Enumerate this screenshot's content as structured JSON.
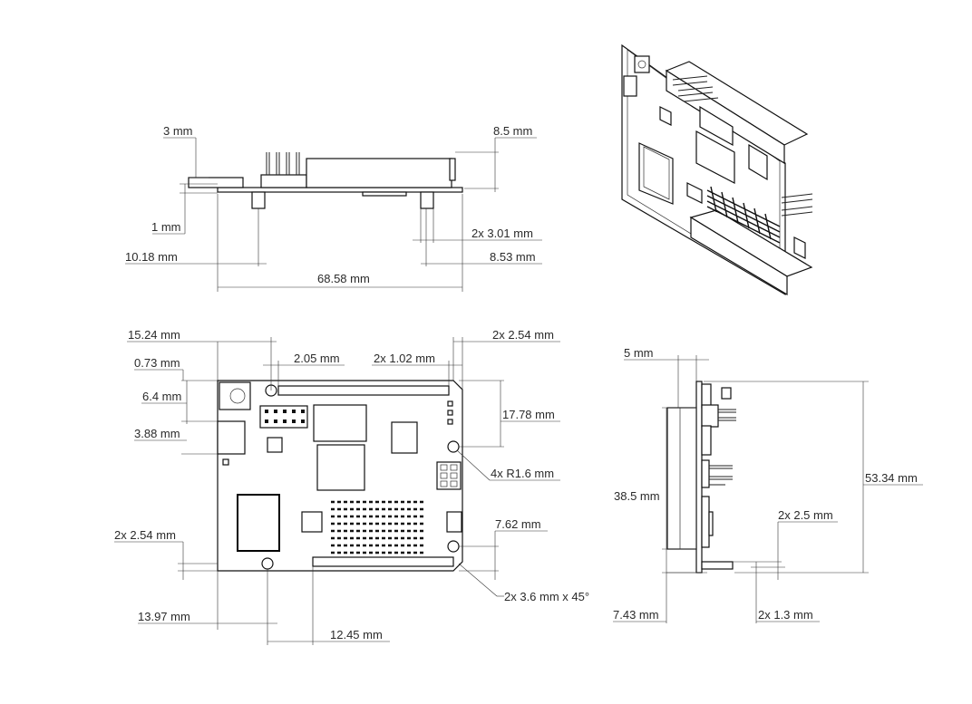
{
  "labels": {
    "d_3mm": "3 mm",
    "d_8_5mm": "8.5 mm",
    "d_1mm": "1 mm",
    "d_2x3_01": "2x 3.01 mm",
    "d_10_18": "10.18 mm",
    "d_8_53": "8.53 mm",
    "d_68_58": "68.58 mm",
    "d_15_24": "15.24 mm",
    "d_2x2_54_top": "2x 2.54 mm",
    "d_0_73": "0.73 mm",
    "d_2_05": "2.05 mm",
    "d_2x1_02": "2x 1.02 mm",
    "d_6_4": "6.4 mm",
    "d_17_78": "17.78 mm",
    "d_3_88": "3.88 mm",
    "d_4xR1_6": "4x R1.6 mm",
    "d_7_62": "7.62 mm",
    "d_2x2_54_left": "2x 2.54 mm",
    "d_2x3_6_45": "2x 3.6 mm x 45°",
    "d_13_97": "13.97 mm",
    "d_12_45": "12.45 mm",
    "d_5mm": "5 mm",
    "d_38_5": "38.5 mm",
    "d_53_34": "53.34 mm",
    "d_2x2_5": "2x 2.5 mm",
    "d_7_43": "7.43 mm",
    "d_2x1_3": "2x 1.3 mm"
  }
}
